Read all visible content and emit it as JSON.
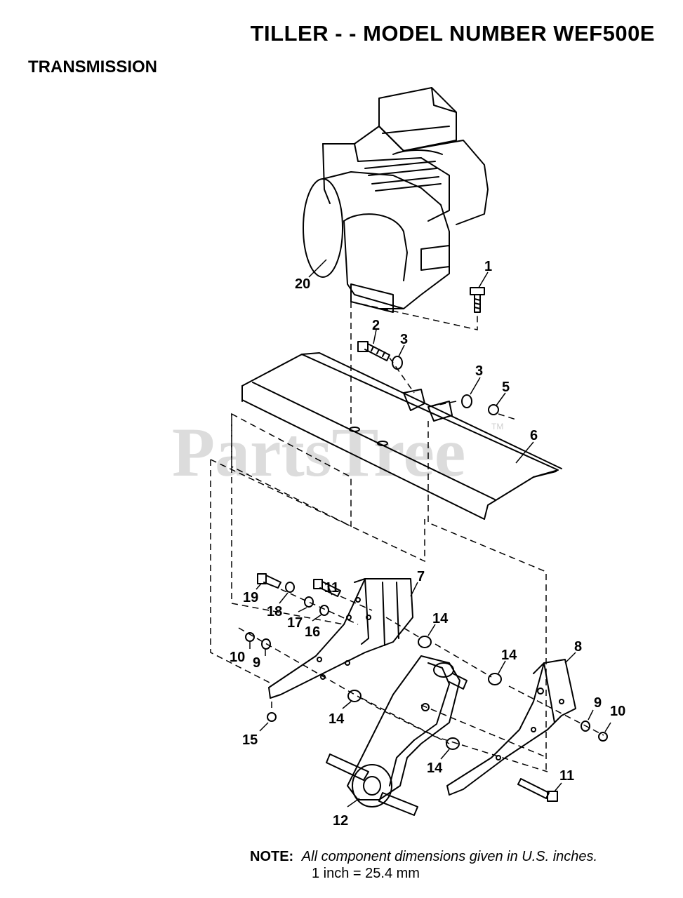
{
  "header": {
    "title": "TILLER - - MODEL NUMBER WEF500E",
    "section": "TRANSMISSION"
  },
  "watermark": {
    "text": "PartsTree",
    "mark": "TM"
  },
  "callouts": {
    "c1": "1",
    "c2": "2",
    "c3a": "3",
    "c3b": "3",
    "c5": "5",
    "c6": "6",
    "c7": "7",
    "c8": "8",
    "c9a": "9",
    "c9b": "9",
    "c10a": "10",
    "c10b": "10",
    "c11a": "11",
    "c11b": "11",
    "c12": "12",
    "c14a": "14",
    "c14b": "14",
    "c14c": "14",
    "c14d": "14",
    "c15": "15",
    "c16": "16",
    "c17": "17",
    "c18": "18",
    "c19": "19",
    "c20": "20"
  },
  "note": {
    "label": "NOTE:",
    "text": "All component dimensions given in U.S. inches.",
    "conversion": "1 inch = 25.4 mm"
  }
}
